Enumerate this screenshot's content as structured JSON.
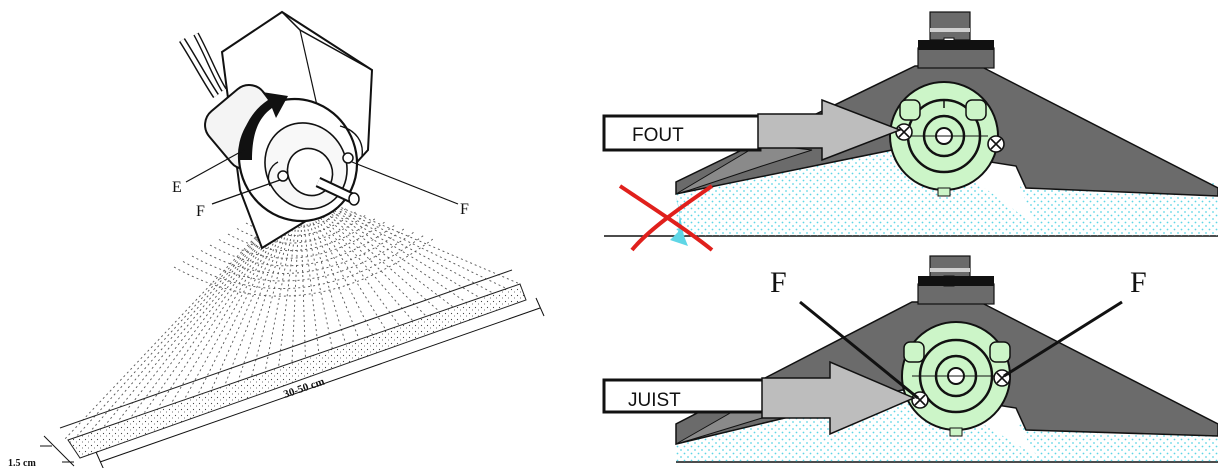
{
  "left_figure": {
    "label_e": "E",
    "label_f_left": "F",
    "label_f_right": "F",
    "dimension_spread": "30-50 cm",
    "dimension_width": "1.5 cm"
  },
  "top_right_figure": {
    "arrow_label": "FOUT"
  },
  "bottom_right_figure": {
    "arrow_label": "JUIST",
    "label_f_left": "F",
    "label_f_right": "F"
  },
  "colors": {
    "machine_gray": "#6b6b6b",
    "arrow_gray": "#bdbdbd",
    "motor_green": "#ccf5c8",
    "spray_cyan": "#5fd6e6",
    "error_red": "#e0201c",
    "outline": "#000000"
  },
  "icons": [
    "motor-icon",
    "rotation-arrow-icon",
    "adjust-screw-icon",
    "cross-mark-icon"
  ]
}
